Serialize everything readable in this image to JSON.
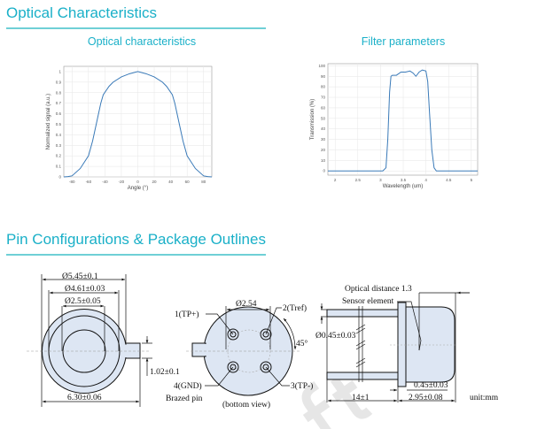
{
  "sections": {
    "optical_title": "Optical Characteristics",
    "pin_title": "Pin Configurations & Package Outlines"
  },
  "colors": {
    "accent": "#1ab0c8",
    "rule": "#6fd0d6",
    "curve": "#3a7ab8",
    "package_fill": "#dde6f3"
  },
  "chart_data": [
    {
      "type": "line",
      "title": "Optical characteristics",
      "xlabel": "Angle (°)",
      "ylabel": "Normalized signal (a.u.)",
      "xlim": [
        -90,
        90
      ],
      "ylim": [
        0,
        1.05
      ],
      "xticks": [
        -80,
        -60,
        -40,
        -20,
        0,
        20,
        40,
        60,
        80
      ],
      "yticks": [
        0,
        0.1,
        0.2,
        0.3,
        0.4,
        0.5,
        0.6,
        0.7,
        0.8,
        0.9,
        1
      ],
      "grid": true,
      "series": [
        {
          "name": "Normalized signal",
          "x": [
            -90,
            -85,
            -80,
            -70,
            -60,
            -55,
            -50,
            -45,
            -42,
            -35,
            -30,
            -20,
            -10,
            0,
            10,
            20,
            30,
            35,
            42,
            45,
            50,
            55,
            60,
            70,
            80,
            85,
            90
          ],
          "y": [
            0,
            0.003,
            0.01,
            0.08,
            0.2,
            0.34,
            0.52,
            0.7,
            0.78,
            0.86,
            0.9,
            0.95,
            0.98,
            1,
            0.98,
            0.95,
            0.9,
            0.86,
            0.78,
            0.7,
            0.52,
            0.34,
            0.2,
            0.08,
            0.01,
            0.003,
            0
          ]
        }
      ]
    },
    {
      "type": "line",
      "title": "Filter parameters",
      "xlabel": "Wavelength (um)",
      "ylabel": "Transmission (%)",
      "xlim": [
        1.84,
        5.14
      ],
      "ylim": [
        -4,
        102
      ],
      "xticks": [
        2,
        2.5,
        3,
        3.5,
        4,
        4.5,
        5
      ],
      "yticks": [
        0,
        10,
        20,
        30,
        40,
        50,
        60,
        70,
        80,
        90,
        100
      ],
      "grid": true,
      "series": [
        {
          "name": "Transmission",
          "x": [
            1.84,
            3.05,
            3.12,
            3.16,
            3.2,
            3.23,
            3.26,
            3.35,
            3.45,
            3.55,
            3.65,
            3.72,
            3.78,
            3.85,
            3.92,
            4.0,
            4.04,
            4.08,
            4.13,
            4.18,
            4.23,
            5.14
          ],
          "y": [
            0,
            0,
            3,
            30,
            75,
            90,
            91,
            91,
            94,
            94,
            95,
            93,
            90,
            94,
            96,
            95,
            85,
            55,
            20,
            3,
            0,
            0
          ]
        }
      ]
    }
  ],
  "package": {
    "top_view": {
      "d_outer": "Ø5.45±0.1",
      "d_mid": "Ø4.61±0.03",
      "d_inner": "Ø2.5±0.05",
      "tab": "1.02±0.1",
      "width": "6.30±0.06"
    },
    "bottom_view": {
      "pitch": "Ø2.54",
      "pin1": "1(TP+)",
      "pin2": "2(Tref)",
      "pin3": "3(TP-)",
      "pin4": "4(GND)",
      "brazed": "Brazed pin",
      "angle": "45°",
      "caption": "(bottom view)"
    },
    "side_view": {
      "optical": "Optical distance 1.3",
      "sensor": "Sensor element",
      "pin_d": "Ø0.45±0.03",
      "flange": "0.45±0.03",
      "height": "2.95±0.08",
      "pin_len": "14±1",
      "unit": "unit:mm"
    }
  },
  "watermark": "Draft"
}
